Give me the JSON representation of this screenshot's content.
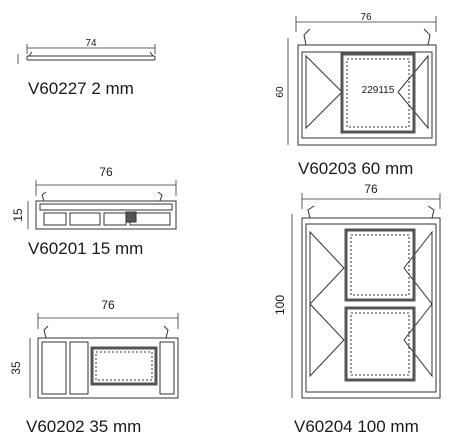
{
  "profiles": [
    {
      "caption": "V60227 2 mm",
      "width_label": "74"
    },
    {
      "caption": "V60201 15 mm",
      "width_label": "76",
      "height_label": "15"
    },
    {
      "caption": "V60202 35 mm",
      "width_label": "76",
      "height_label": "35"
    },
    {
      "caption": "V60203 60 mm",
      "width_label": "76",
      "height_label": "60",
      "insert_label": "229115"
    },
    {
      "caption": "V60204 100 mm",
      "width_label": "76",
      "height_label": "100"
    }
  ],
  "colors": {
    "line": "#333333",
    "steel": "#555555"
  }
}
